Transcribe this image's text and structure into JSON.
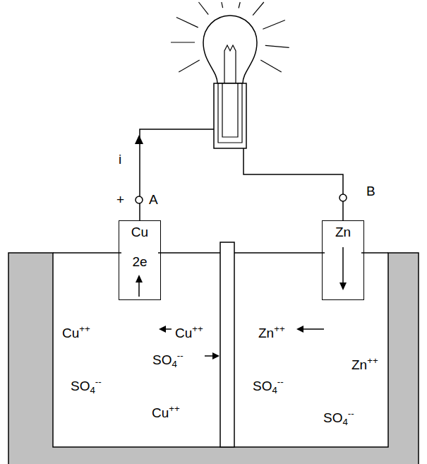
{
  "diagram": {
    "nodes": [
      {
        "text": [
          "Cu",
          "2e"
        ]
      },
      {
        "text": [
          "Zn"
        ]
      }
    ],
    "edges": [
      {
        "from": 0,
        "to": 1,
        "arrow": "none"
      }
    ],
    "labels": [
      "i",
      "+",
      "A",
      "B",
      "Cu++",
      "Cu++",
      "SO4--",
      "Cu++",
      "SO4--",
      "Zn++",
      "Zn++",
      "SO4--",
      "SO4--"
    ]
  }
}
